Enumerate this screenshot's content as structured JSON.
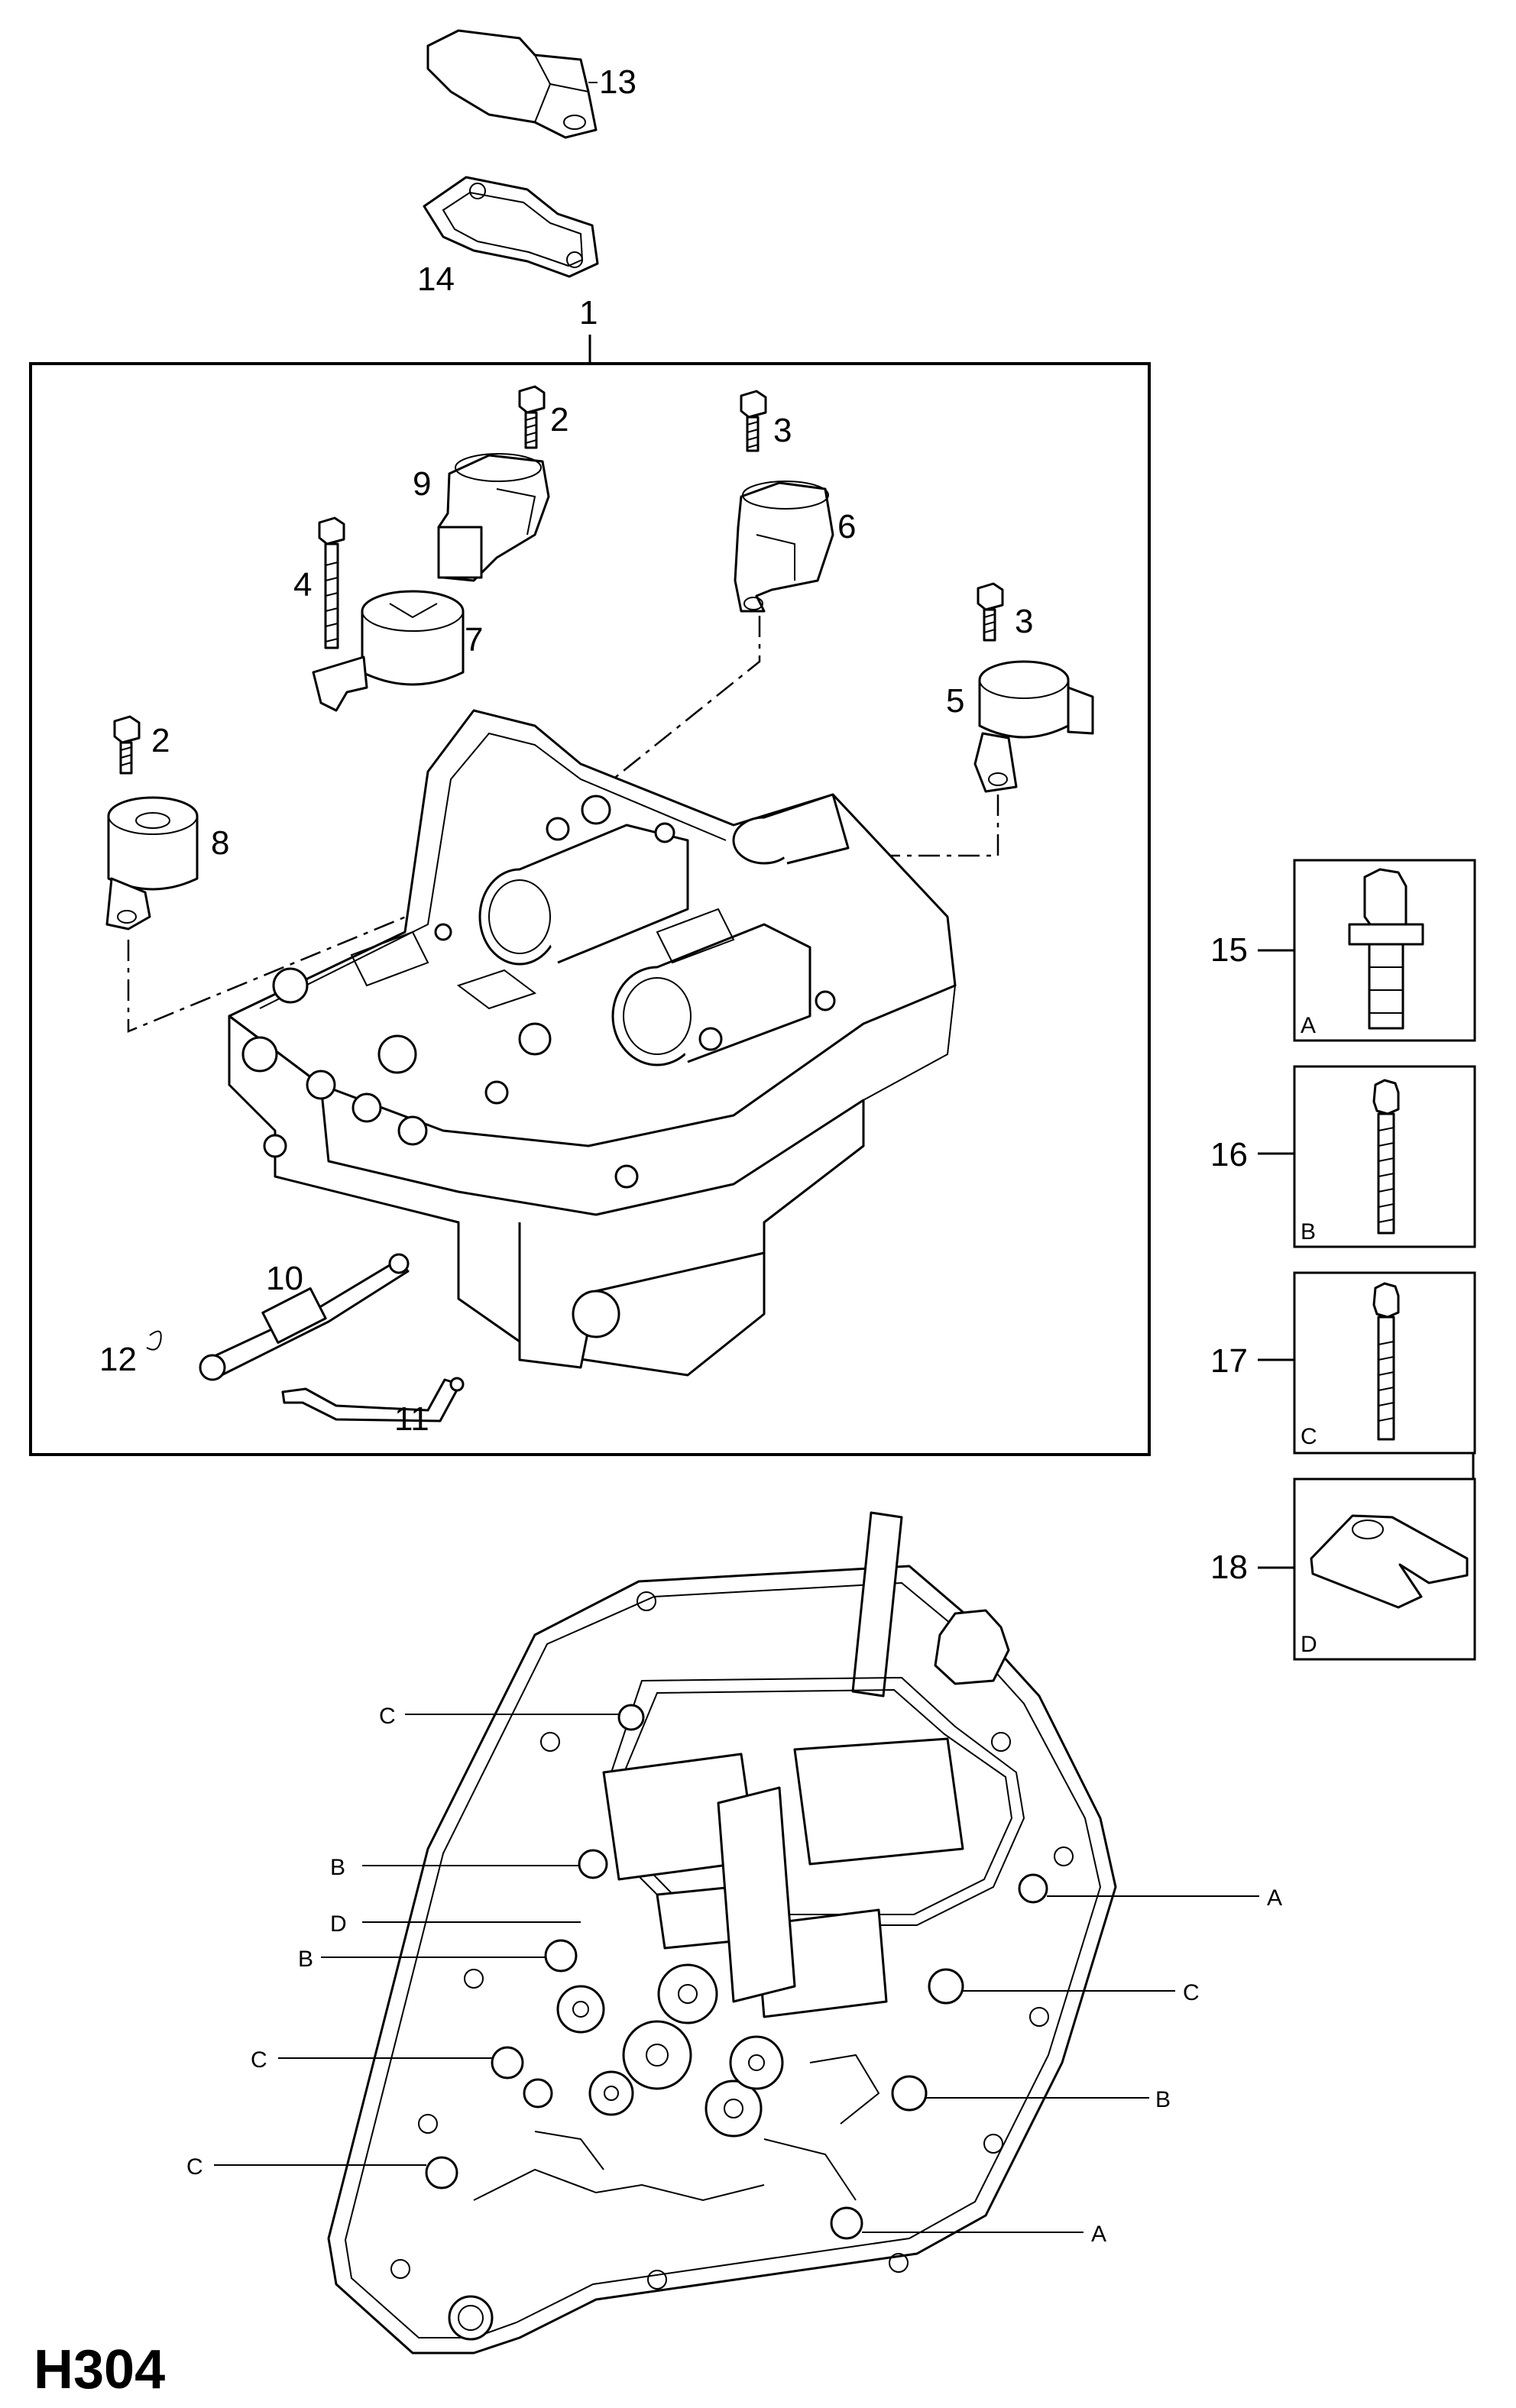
{
  "sheet_code": "H304",
  "callouts": {
    "c1": "1",
    "c2a": "2",
    "c2b": "2",
    "c3a": "3",
    "c3b": "3",
    "c4": "4",
    "c5": "5",
    "c6": "6",
    "c7": "7",
    "c8": "8",
    "c9": "9",
    "c10": "10",
    "c11": "11",
    "c12": "12",
    "c13": "13",
    "c14": "14",
    "c15": "15",
    "c16": "16",
    "c17": "17",
    "c18": "18"
  },
  "legend_boxes": [
    {
      "number": "15",
      "letter": "A"
    },
    {
      "number": "16",
      "letter": "B"
    },
    {
      "number": "17",
      "letter": "C"
    },
    {
      "number": "18",
      "letter": "D"
    }
  ],
  "bolt_letters": {
    "l_c1": "C",
    "l_b1": "B",
    "l_d1": "D",
    "l_b2": "B",
    "l_c2": "C",
    "l_c3": "C",
    "r_a1": "A",
    "r_c1": "C",
    "r_b1": "B",
    "r_a2": "A"
  }
}
